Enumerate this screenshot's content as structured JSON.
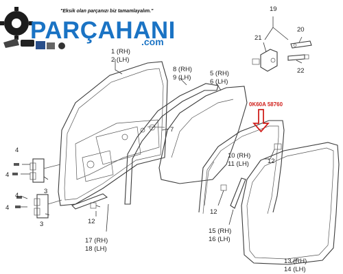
{
  "brand": {
    "slogan": "\"Eksik olan parçanızı biz tamamlayalım.\"",
    "name": "PARÇAHANI",
    "domain": ".com",
    "color": "#1a73c4"
  },
  "highlight": {
    "part_number": "0K60A 58760",
    "color": "#d0201c"
  },
  "callouts": {
    "c1": "1 (RH)",
    "c2": "2 (LH)",
    "c3a": "3",
    "c3b": "3",
    "c4a": "4",
    "c4b": "4",
    "c4c": "4",
    "c4d": "4",
    "c5": "5 (RH)",
    "c6": "6 (LH)",
    "c7": "7",
    "c8": "8 (RH)",
    "c9": "9 (LH)",
    "c10": "10 (RH)",
    "c11": "11 (LH)",
    "c12a": "12",
    "c12b": "12",
    "c12c": "12",
    "c13": "13 (RH)",
    "c14": "14 (LH)",
    "c15": "15 (RH)",
    "c16": "16 (LH)",
    "c17": "17 (RH)",
    "c18": "18 (LH)",
    "c19": "19",
    "c20": "20",
    "c21": "21",
    "c22": "22"
  }
}
